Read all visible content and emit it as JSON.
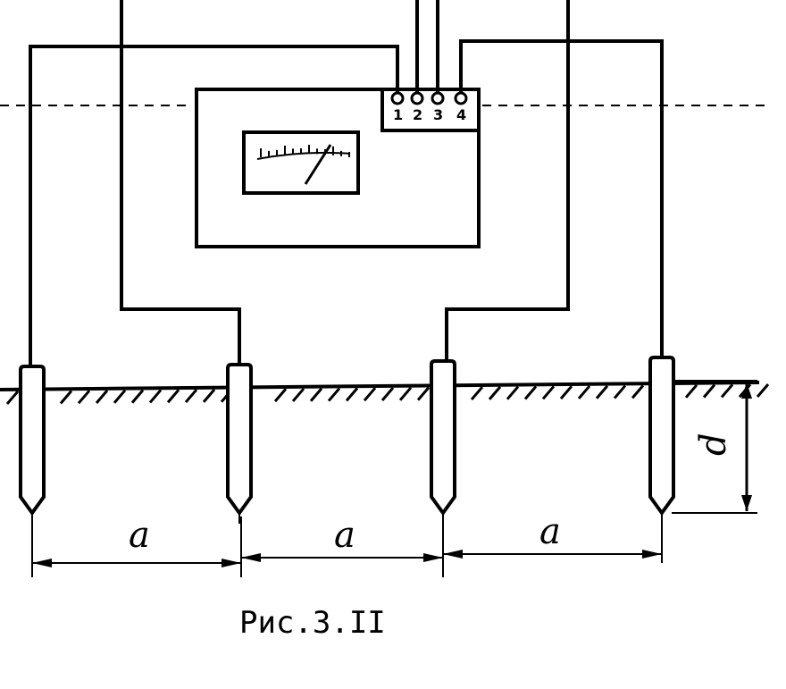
{
  "figure": {
    "caption": "Рис.3.II"
  },
  "meter": {
    "terminals": [
      "1",
      "2",
      "3",
      "4"
    ]
  },
  "dimensions": {
    "spacing_label": "a",
    "depth_label": "d"
  }
}
